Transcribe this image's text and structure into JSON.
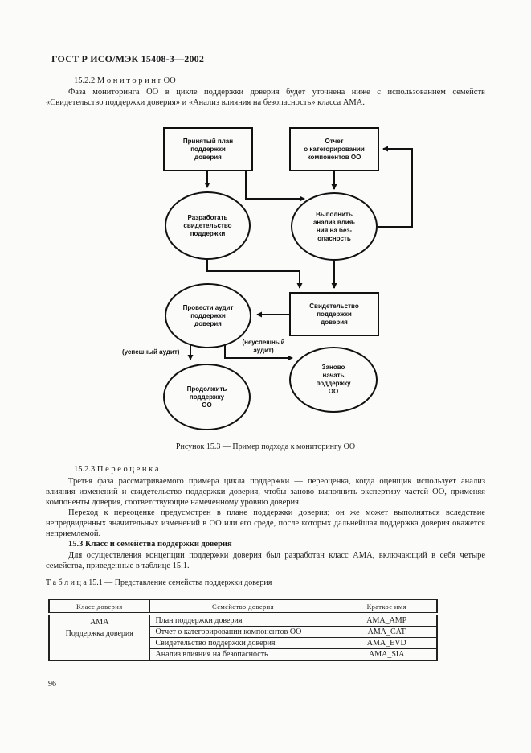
{
  "doc": {
    "header": "ГОСТ Р ИСО/МЭК 15408-3—2002",
    "page_number": "96"
  },
  "sections": {
    "s1522": {
      "heading": "15.2.2  М о н и т о р и н г  ОО",
      "p1": "Фаза мониторинга ОО в цикле поддержки доверия будет уточнена ниже с использованием семейств «Свидетельство поддержки доверия» и «Анализ влияния на безопасность» класса АМА."
    },
    "s1523": {
      "heading": "15.2.3  П е р е о ц е н к а",
      "p1": "Третья фаза рассматриваемого примера цикла поддержки — переоценка, когда оценщик использует анализ влияния изменений и свидетельство поддержки доверия, чтобы заново выполнить экспертизу частей ОО, применяя компоненты доверия, соответствующие намеченному уровню доверия.",
      "p2": "Переход к переоценке предусмотрен в плане поддержки доверия; он же может выполняться вследствие непредвиденных значительных изменений в ОО или его среде, после которых дальнейшая поддержка доверия окажется неприемлемой."
    },
    "s153": {
      "heading": "15.3 Класс и семейства поддержки доверия",
      "p1": "Для осуществления концепции поддержки доверия был разработан класс АМА, включающий в себя четыре семейства, приведенные в таблице 15.1."
    }
  },
  "figure": {
    "caption": "Рисунок 15.3 — Пример подхода к мониторингу ОО",
    "nodes": {
      "plan_box": "Принятый план\nподдержки\nдоверия",
      "report_box": "Отчет\nо категорировании\nкомпонентов ОО",
      "develop_ellipse": "Разработать\nсвидетельство\nподдержки",
      "analysis_ellipse": "Выполнить\nанализ влия-\nния на без-\nопасность",
      "evidence_box": "Свидетельство\nподдержки\nдоверия",
      "audit_ellipse": "Провести аудит\nподдержки\nдоверия",
      "continue_ellipse": "Продолжить\nподдержку\nОО",
      "restart_ellipse": "Заново\nначать\nподдержку\nОО",
      "success_label": "(успешный аудит)",
      "fail_label": "(неуспешный\nаудит)"
    }
  },
  "table": {
    "caption": "Т а б л и ц а  15.1 — Представление семейства поддержки доверия",
    "headers": [
      "Класс доверия",
      "Семейство доверия",
      "Краткое имя"
    ],
    "class_cell": "АМА\nПоддержка доверия",
    "rows": [
      {
        "family": "План поддержки доверия",
        "short_name": "AMA_AMP"
      },
      {
        "family": "Отчет о категорировании компонентов ОО",
        "short_name": "AMA_CAT"
      },
      {
        "family": "Свидетельство поддержки доверия",
        "short_name": "AMA_EVD"
      },
      {
        "family": "Анализ влияния на безопасность",
        "short_name": "AMA_SIA"
      }
    ]
  },
  "colors": {
    "ink": "#1c1c1c",
    "line": "#111111",
    "paper": "#fbfbfa"
  }
}
